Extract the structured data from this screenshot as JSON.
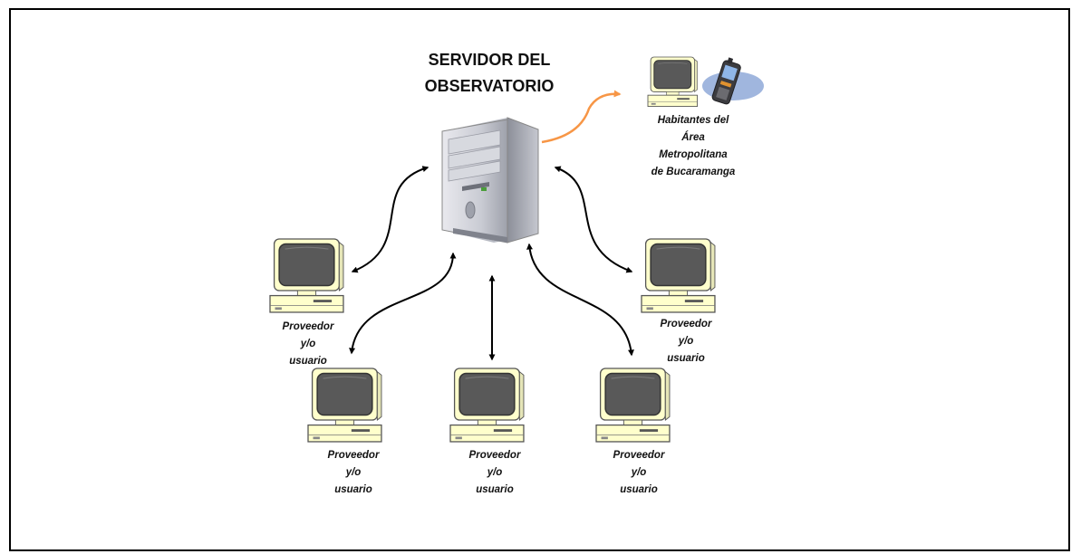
{
  "server": {
    "title_line1": "SERVIDOR DEL",
    "title_line2": "OBSERVATORIO",
    "icon": "server-tower-icon"
  },
  "public_node": {
    "line1": "Habitantes del",
    "line2": "Área",
    "line3": "Metropolitana",
    "line4": "de Bucaramanga",
    "icons": [
      "desktop-computer-icon",
      "mobile-phone-icon"
    ],
    "arrow_color": "#F79646"
  },
  "providers": [
    {
      "line1": "Proveedor",
      "line2": "y/o",
      "line3": "usuario"
    },
    {
      "line1": "Proveedor",
      "line2": "y/o",
      "line3": "usuario"
    },
    {
      "line1": "Proveedor",
      "line2": "y/o",
      "line3": "usuario"
    },
    {
      "line1": "Proveedor",
      "line2": "y/o",
      "line3": "usuario"
    },
    {
      "line1": "Proveedor",
      "line2": "y/o",
      "line3": "usuario"
    }
  ],
  "colors": {
    "monitor_case": "#FFFFCC",
    "monitor_screen": "#595959",
    "arrow": "#000000"
  }
}
